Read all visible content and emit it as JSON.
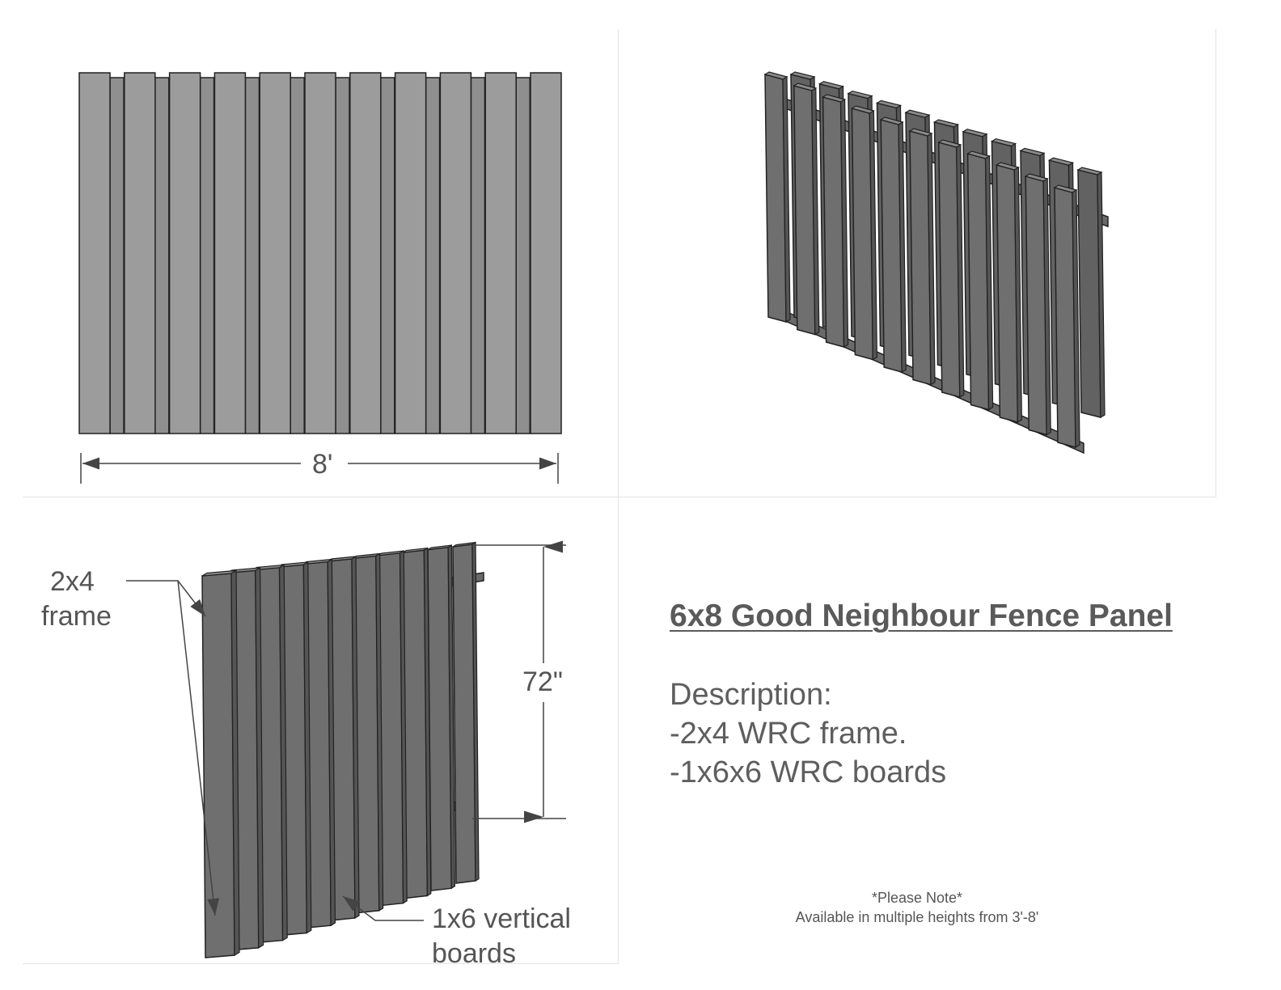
{
  "views": {
    "front": {
      "width_label": "8'"
    },
    "iso_left": {
      "height_label": "72\"",
      "frame_callout": [
        "2x4",
        "frame"
      ],
      "boards_callout": [
        "1x6 vertical",
        "boards"
      ]
    }
  },
  "info": {
    "title": "6x8 Good Neighbour Fence Panel",
    "description_heading": "Description:",
    "description_lines": [
      "-2x4 WRC frame.",
      "-1x6x6 WRC boards"
    ],
    "note_title": "*Please Note*",
    "note_text": "Available in multiple heights from 3'-8'"
  },
  "colors": {
    "front_board": "#9c9c9c",
    "iso_board": "#6f6f6f",
    "outline": "#222222",
    "divider": "#e4e4e4",
    "text": "#5a5a5a"
  }
}
